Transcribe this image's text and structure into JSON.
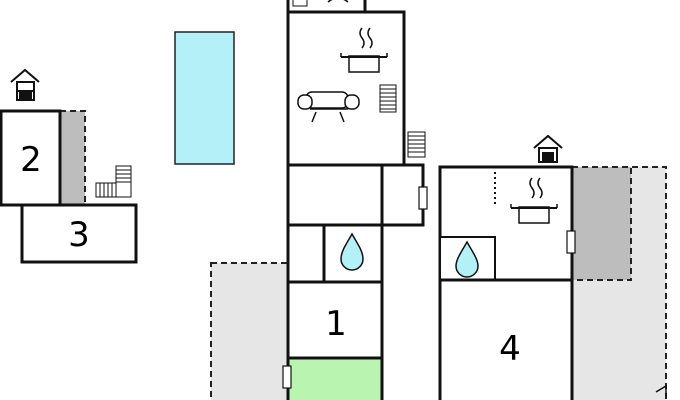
{
  "colors": {
    "background": "#ffffff",
    "wall": "#111111",
    "pool": "#b3f0f7",
    "water_drop": "#b3f0f7",
    "terrace_light": "#e6e6e6",
    "terrace_dark": "#bdbdbd",
    "lawn": "#b9f5b0"
  },
  "units": {
    "unit_1": {
      "label": "1"
    },
    "unit_2": {
      "label": "2"
    },
    "unit_3": {
      "label": "3"
    },
    "unit_4": {
      "label": "4"
    }
  },
  "icons": [
    "entrance-icon",
    "stairs-icon",
    "pool-icon",
    "kitchen-pot-icon",
    "sofa-icon",
    "radiator-icon",
    "door-icon",
    "bathroom-drop-icon",
    "terrace-area",
    "garden-area"
  ]
}
